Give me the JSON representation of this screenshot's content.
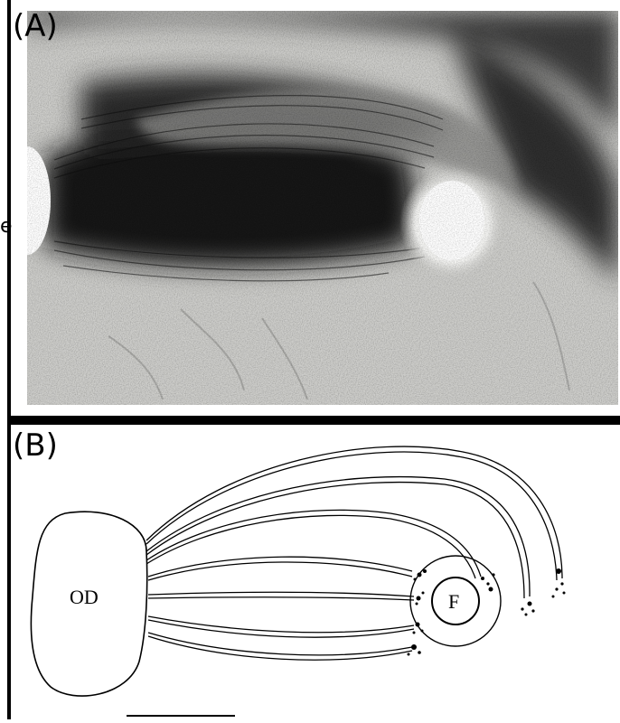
{
  "panels": {
    "a": {
      "label": "(A)"
    },
    "b": {
      "label": "(B)",
      "optic_disc_label": "OD",
      "fovea_label": "F"
    }
  },
  "stray_glyph": "e",
  "colors": {
    "ink": "#000000",
    "paper": "#ffffff",
    "photo_background": "#d9d9d6",
    "photo_dark": "#1e1e1e"
  }
}
